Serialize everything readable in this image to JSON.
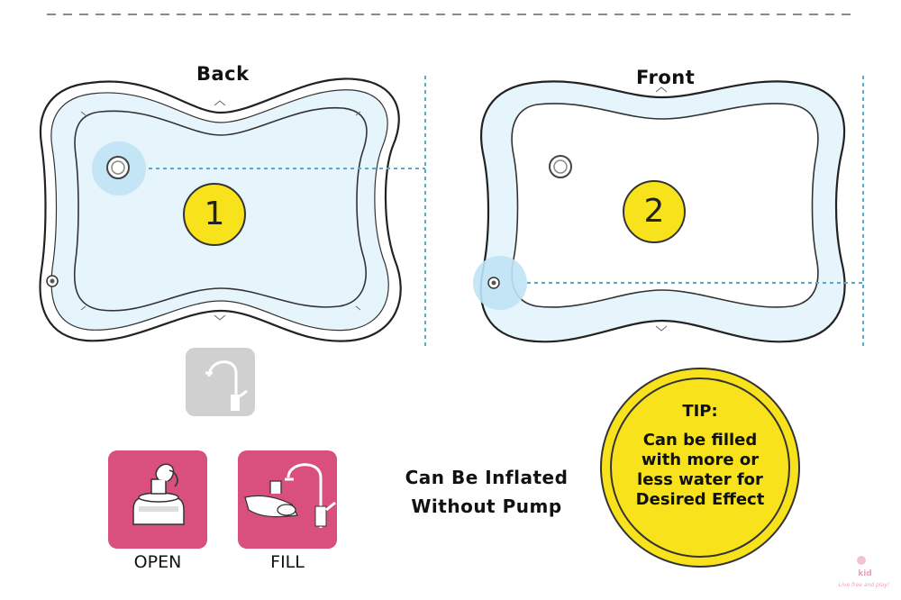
{
  "diagram": {
    "back_label": "Back",
    "front_label": "Front",
    "step1": "1",
    "step2": "2",
    "open_label": "OPEN",
    "fill_label": "FILL",
    "inflate_line1": "Can Be Inflated",
    "inflate_line2": "Without Pump",
    "tip_title": "TIP:",
    "tip_line1": "Can be filled",
    "tip_line2": "with more or",
    "tip_line3": "less water for",
    "tip_line4": "Desired Effect",
    "logo_text": "kid",
    "logo_tag": "Live free and play!"
  },
  "colors": {
    "mat_fill": "#e6f4fb",
    "highlight": "#bfe3f5",
    "step_badge": "#f7e21b",
    "icon_box": "#d9507e",
    "faucet_box": "#d0d0d0",
    "tip_circle": "#f7e21b",
    "guide_line": "#5aa8cc"
  },
  "icons": {
    "open": "cap-open-icon",
    "fill": "faucet-fill-icon",
    "faucet": "faucet-icon"
  }
}
